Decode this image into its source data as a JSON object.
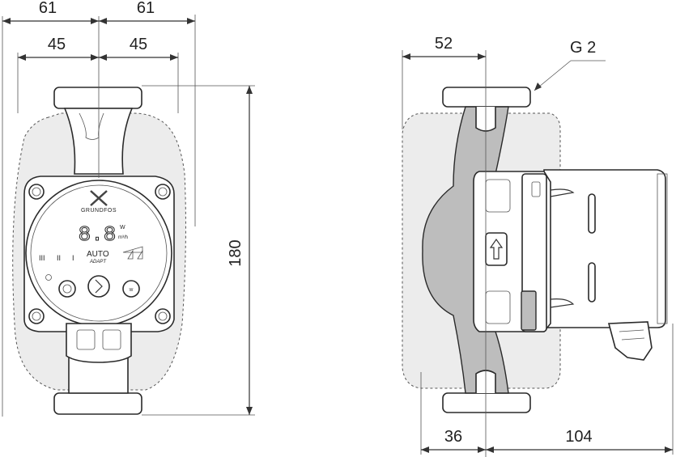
{
  "front_view": {
    "dim_top_left": "61",
    "dim_top_right": "61",
    "dim_mid_left": "45",
    "dim_mid_right": "45",
    "dim_height": "180",
    "panel": {
      "brand": "GRUNDFOS",
      "display_digits": "8.8",
      "unit_power": "W",
      "unit_flow": "m³/h",
      "mode_auto": "AUTO",
      "mode_adapt": "ADAPT",
      "speed_labels": [
        "III",
        "II",
        "I"
      ]
    }
  },
  "side_view": {
    "dim_top": "52",
    "thread_label": "G 2",
    "dim_bottom_left": "36",
    "dim_bottom_right": "104"
  }
}
